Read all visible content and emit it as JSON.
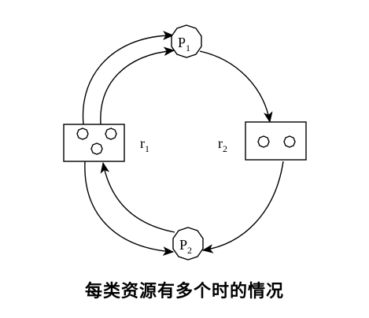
{
  "diagram": {
    "processes": [
      {
        "id": "P1",
        "label": "P",
        "subscript": "1"
      },
      {
        "id": "P2",
        "label": "P",
        "subscript": "2"
      }
    ],
    "resources": [
      {
        "id": "r1",
        "label": "r",
        "subscript": "1",
        "instances": 3
      },
      {
        "id": "r2",
        "label": "r",
        "subscript": "2",
        "instances": 2
      }
    ],
    "edges": [
      {
        "from": "r1",
        "to": "P1"
      },
      {
        "from": "r1",
        "to": "P1"
      },
      {
        "from": "P1",
        "to": "r2"
      },
      {
        "from": "r2",
        "to": "P2"
      },
      {
        "from": "r1",
        "to": "P2"
      },
      {
        "from": "P2",
        "to": "r1"
      }
    ]
  },
  "caption": "每类资源有多个时的情况"
}
